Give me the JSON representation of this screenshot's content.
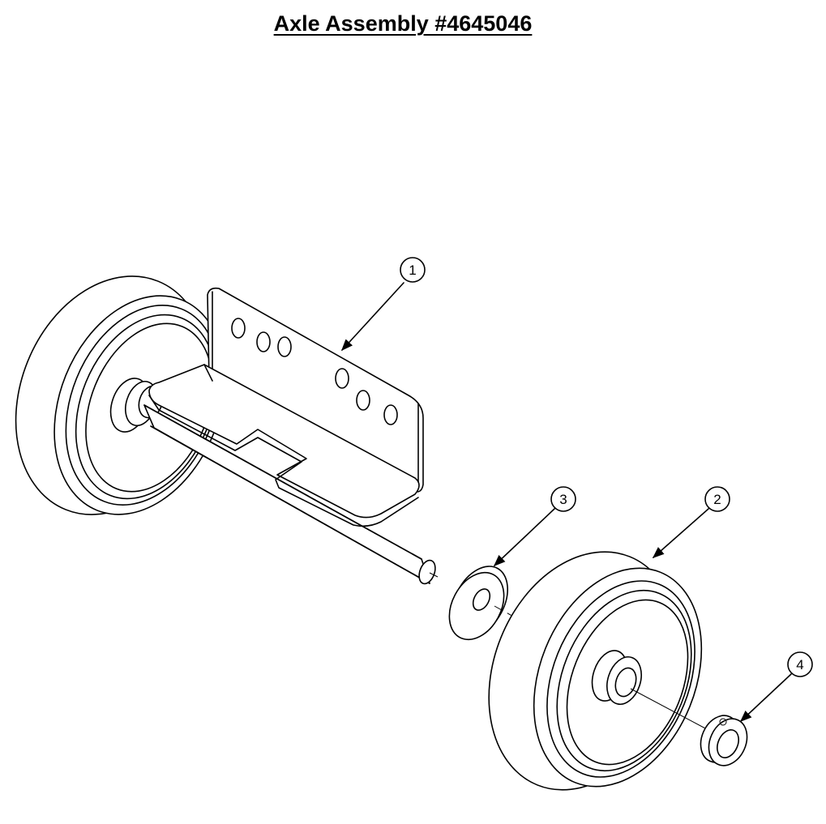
{
  "title": "Axle Assembly #4645046",
  "callouts": [
    {
      "id": "1",
      "part": "axle-bracket"
    },
    {
      "id": "2",
      "part": "wheel"
    },
    {
      "id": "3",
      "part": "washer"
    },
    {
      "id": "4",
      "part": "shaft-collar"
    }
  ]
}
